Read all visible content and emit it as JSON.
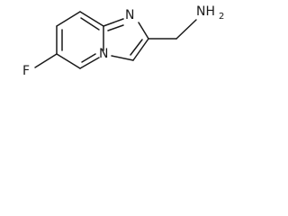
{
  "molecule": {
    "atoms": {
      "fluorine": "F",
      "ring_nitrogen_top": "N",
      "ring_nitrogen_bridge": "N",
      "amine_n": "NH",
      "amine_sub": "2"
    }
  },
  "colors": {
    "bond": "#1a1a1a",
    "background": "#ffffff"
  }
}
